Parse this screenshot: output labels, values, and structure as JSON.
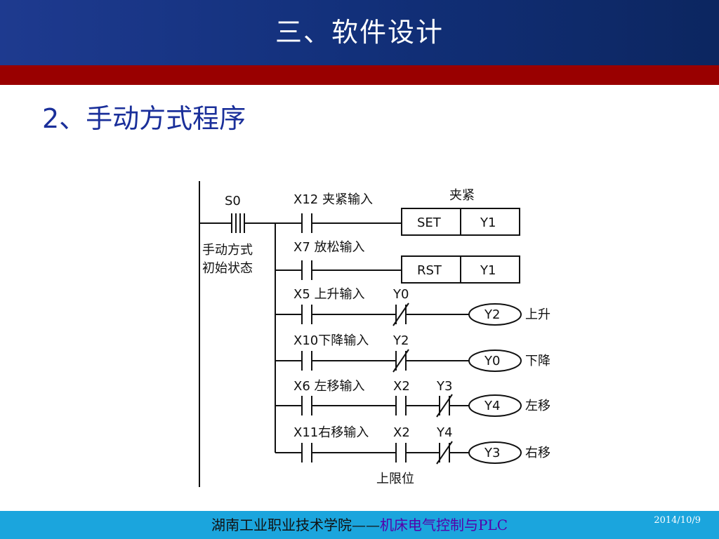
{
  "header": {
    "title": "三、软件设计"
  },
  "subtitle": "2、手动方式程序",
  "diagram": {
    "s0": "S0",
    "state_line1": "手动方式",
    "state_line2": "初始状态",
    "clamp_title": "夹紧",
    "rung1": {
      "contact": "X12 夹紧输入",
      "instr": "SET",
      "operand": "Y1"
    },
    "rung2": {
      "contact": "X7  放松输入",
      "instr": "RST",
      "operand": "Y1"
    },
    "rung3": {
      "contact": "X5 上升输入",
      "interlock": "Y0",
      "coil": "Y2",
      "coil_label": "上升"
    },
    "rung4": {
      "contact": "X10下降输入",
      "interlock": "Y2",
      "coil": "Y0",
      "coil_label": "下降"
    },
    "rung5": {
      "contact": "X6 左移输入",
      "limit": "X2",
      "interlock": "Y3",
      "coil": "Y4",
      "coil_label": "左移"
    },
    "rung6": {
      "contact": "X11右移输入",
      "limit": "X2",
      "interlock": "Y4",
      "coil": "Y3",
      "coil_label": "右移"
    },
    "upper_limit": "上限位"
  },
  "footer": {
    "school": "湖南工业职业技术学院——",
    "course": "机床电气控制与PLC",
    "date": "2014/10/9"
  },
  "colors": {
    "header_bg": "#1e3a8f",
    "red_bar": "#990000",
    "subtitle": "#1a2f9a",
    "footer_bg": "#1ba5dd",
    "footer_course": "#5500aa"
  }
}
